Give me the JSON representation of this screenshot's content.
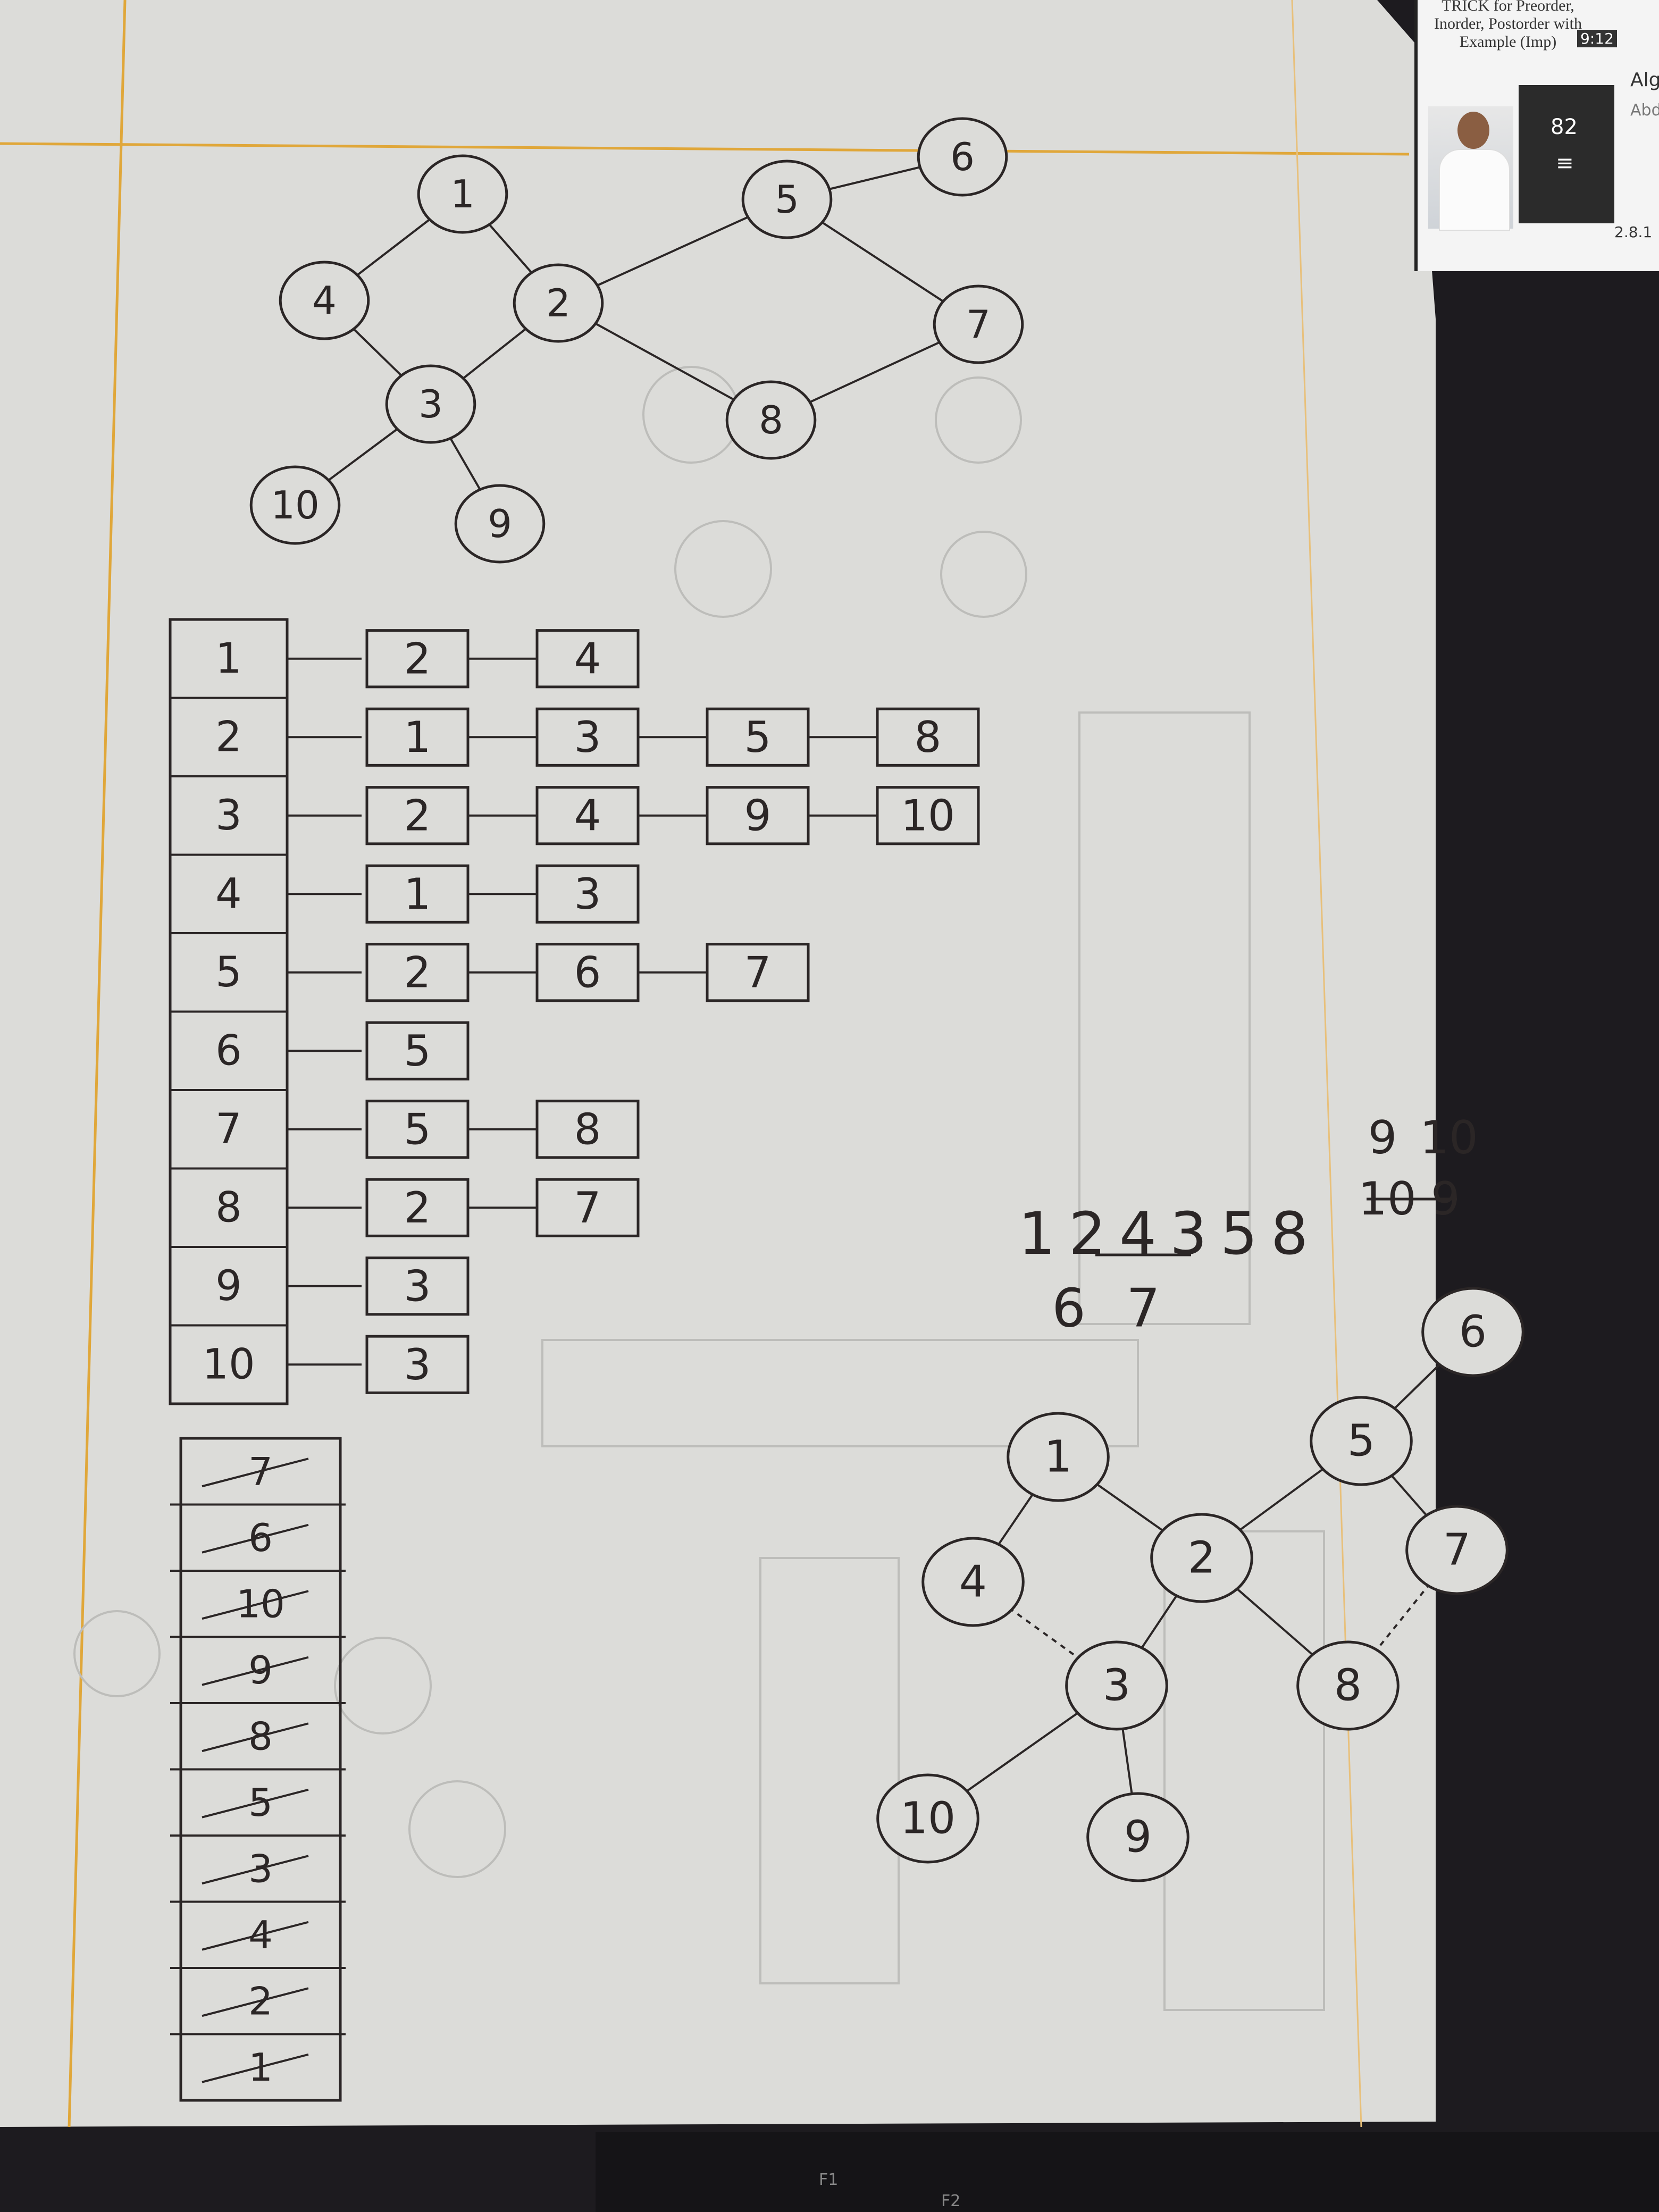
{
  "tablet": {
    "video_title": "TRICK for Preorder, Inorder, Postorder with Example (Imp)",
    "duration": "9:12",
    "playlist_count": "82",
    "side_title": "Alg",
    "side_sub": "Abd",
    "date": "2.8.1",
    "playlist_icon": "playlist-icon"
  },
  "keyboard": {
    "keys": [
      "F1",
      "F2"
    ]
  },
  "graph_top": {
    "nodes": [
      {
        "id": "1",
        "label": "1"
      },
      {
        "id": "2",
        "label": "2"
      },
      {
        "id": "3",
        "label": "3"
      },
      {
        "id": "4",
        "label": "4"
      },
      {
        "id": "5",
        "label": "5"
      },
      {
        "id": "6",
        "label": "6"
      },
      {
        "id": "7",
        "label": "7"
      },
      {
        "id": "8",
        "label": "8"
      },
      {
        "id": "9",
        "label": "9"
      },
      {
        "id": "10",
        "label": "10"
      }
    ],
    "edges": [
      [
        "1",
        "4"
      ],
      [
        "1",
        "2"
      ],
      [
        "4",
        "3"
      ],
      [
        "2",
        "3"
      ],
      [
        "2",
        "5"
      ],
      [
        "2",
        "8"
      ],
      [
        "5",
        "6"
      ],
      [
        "5",
        "7"
      ],
      [
        "7",
        "8"
      ],
      [
        "3",
        "10"
      ],
      [
        "3",
        "9"
      ]
    ]
  },
  "adjacency_list": [
    {
      "vertex": "1",
      "neighbors": [
        "2",
        "4"
      ]
    },
    {
      "vertex": "2",
      "neighbors": [
        "1",
        "3",
        "5",
        "8"
      ]
    },
    {
      "vertex": "3",
      "neighbors": [
        "2",
        "4",
        "9",
        "10"
      ]
    },
    {
      "vertex": "4",
      "neighbors": [
        "1",
        "3"
      ]
    },
    {
      "vertex": "5",
      "neighbors": [
        "2",
        "6",
        "7"
      ]
    },
    {
      "vertex": "6",
      "neighbors": [
        "5"
      ]
    },
    {
      "vertex": "7",
      "neighbors": [
        "5",
        "8"
      ]
    },
    {
      "vertex": "8",
      "neighbors": [
        "2",
        "7"
      ]
    },
    {
      "vertex": "9",
      "neighbors": [
        "3"
      ]
    },
    {
      "vertex": "10",
      "neighbors": [
        "3"
      ]
    }
  ],
  "stack": [
    "7",
    "6",
    "10",
    "9",
    "8",
    "5",
    "3",
    "4",
    "2",
    "1"
  ],
  "traversal": {
    "line1": [
      "1",
      "2",
      "4",
      "3",
      "5",
      "8"
    ],
    "struck": "10 9",
    "above": [
      "9",
      "10"
    ],
    "line2": [
      "6",
      "7"
    ]
  },
  "graph_bottom": {
    "nodes": [
      {
        "id": "1",
        "label": "1"
      },
      {
        "id": "2",
        "label": "2"
      },
      {
        "id": "3",
        "label": "3"
      },
      {
        "id": "4",
        "label": "4"
      },
      {
        "id": "5",
        "label": "5"
      },
      {
        "id": "6",
        "label": "6"
      },
      {
        "id": "7",
        "label": "7"
      },
      {
        "id": "8",
        "label": "8"
      },
      {
        "id": "9",
        "label": "9"
      },
      {
        "id": "10",
        "label": "10"
      }
    ],
    "edges": [
      [
        "1",
        "2"
      ],
      [
        "1",
        "4"
      ],
      [
        "2",
        "5"
      ],
      [
        "2",
        "3"
      ],
      [
        "2",
        "8"
      ],
      [
        "5",
        "6"
      ],
      [
        "5",
        "7"
      ],
      [
        "3",
        "10"
      ],
      [
        "3",
        "9"
      ]
    ],
    "dashed_edges": [
      [
        "7",
        "8"
      ],
      [
        "3",
        "4"
      ]
    ]
  },
  "colors": {
    "ink": "#2b2626",
    "paper": "#dcdcd9",
    "margin": "#e0a73a",
    "ghost": "#bdbdba"
  }
}
